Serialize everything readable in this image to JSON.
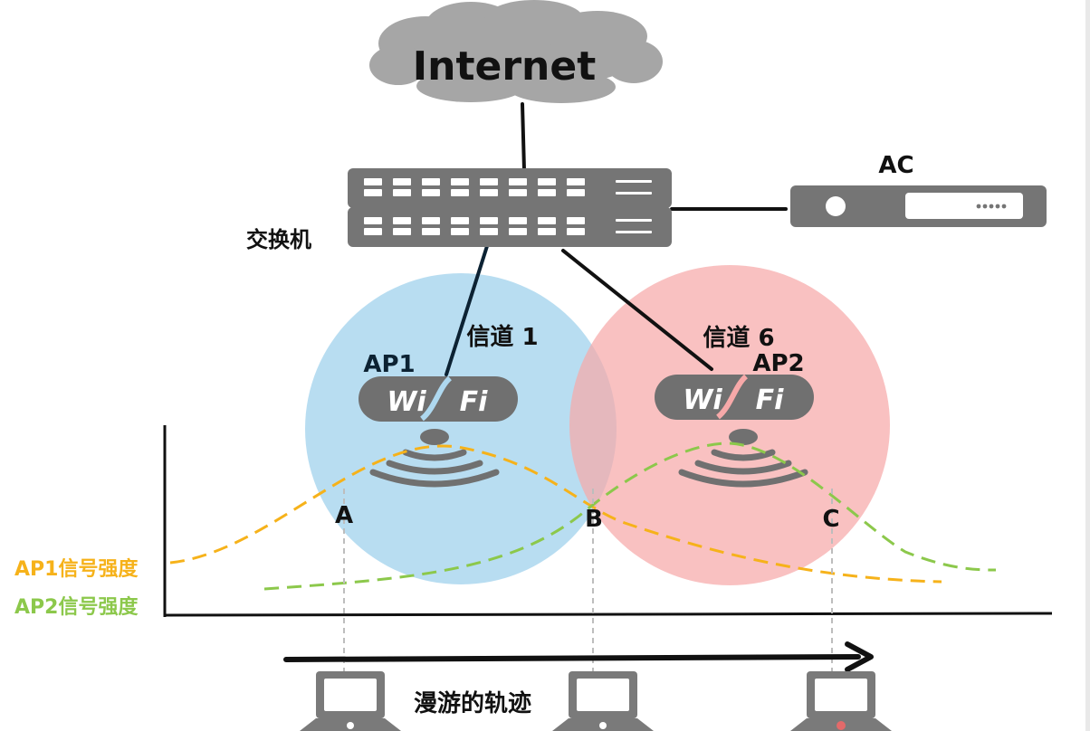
{
  "internet": {
    "label": "Internet"
  },
  "switch": {
    "label": "交换机"
  },
  "ac": {
    "label": "AC"
  },
  "ap1": {
    "label": "AP1",
    "channel": "信道 1",
    "wifi_left": "Wi",
    "wifi_right": "Fi"
  },
  "ap2": {
    "label": "AP2",
    "channel": "信道 6",
    "wifi_left": "Wi",
    "wifi_right": "Fi"
  },
  "points": {
    "a": "A",
    "b": "B",
    "c": "C"
  },
  "legend": {
    "ap1_signal": "AP1信号强度",
    "ap2_signal": "AP2信号强度"
  },
  "roaming": {
    "label": "漫游的轨迹"
  },
  "colors": {
    "ap1_curve": "#f6b21a",
    "ap2_curve": "#8cc84b",
    "ap1_coverage": "#aed8ef",
    "ap2_coverage": "#f7a9a9",
    "device_gray": "#7a7a7a",
    "cloud_gray": "#a6a6a6"
  }
}
